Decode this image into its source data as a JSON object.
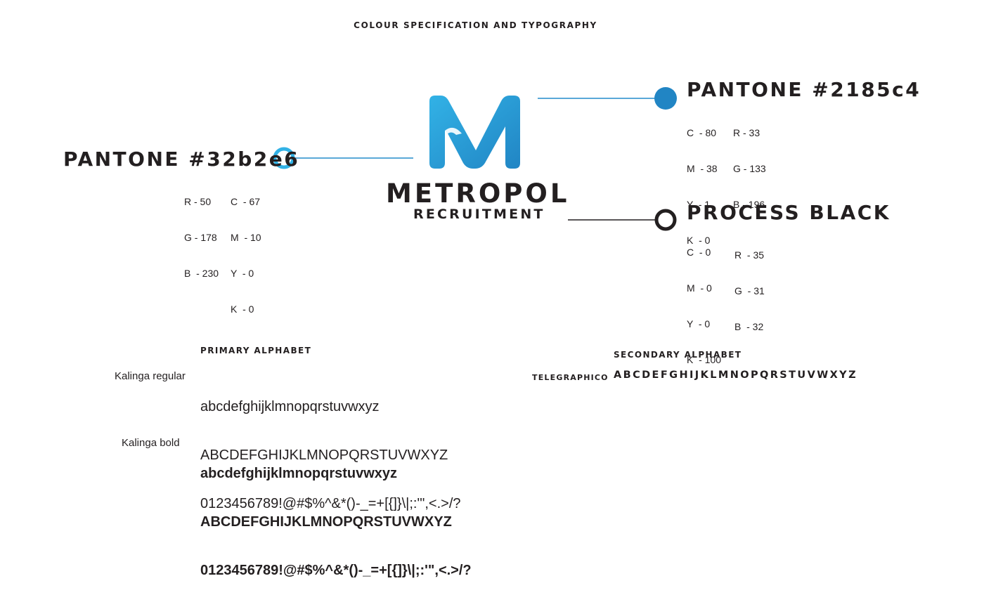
{
  "header": {
    "title": "COLOUR SPECIFICATION AND TYPOGRAPHY"
  },
  "colors": {
    "pantone_2185c4": "#2185c4",
    "pantone_32b2e6": "#32b2e6",
    "process_black": "#231f20",
    "connector_blue": "#5aa8d8"
  },
  "logo": {
    "icon": "m-monogram-icon",
    "name": "METROPOL",
    "tagline": "RECRUITMENT"
  },
  "swatches": {
    "blue_dark": {
      "title": "PANTONE #2185c4",
      "col1": [
        "C  - 80",
        "M  - 38",
        "Y  - 1",
        "K  - 0"
      ],
      "col2": [
        "R - 33",
        "G - 133",
        "B - 196"
      ]
    },
    "blue_light": {
      "title": "PANTONE #32b2e6",
      "col1": [
        "R - 50",
        "G - 178",
        "B  - 230"
      ],
      "col2": [
        "C  - 67",
        "M  - 10",
        "Y  - 0",
        "K  - 0"
      ]
    },
    "black": {
      "title": "PROCESS BLACK",
      "col1": [
        "C  - 0",
        "M  - 0",
        "Y  - 0",
        "K  - 100"
      ],
      "col2": [
        "R  - 35",
        "G  - 31",
        "B  - 32"
      ]
    }
  },
  "typography": {
    "primary": {
      "heading": "PRIMARY ALPHABET",
      "regular": {
        "label": "Kalinga regular",
        "lines": [
          "abcdefghijklmnopqrstuvwxyz",
          "ABCDEFGHIJKLMNOPQRSTUVWXYZ",
          "0123456789!@#$%^&*()-_=+[{]}\\|;:'\",<.>/?"
        ]
      },
      "bold": {
        "label": "Kalinga bold",
        "lines": [
          "abcdefghijklmnopqrstuvwxyz",
          "ABCDEFGHIJKLMNOPQRSTUVWXYZ",
          "0123456789!@#$%^&*()-_=+[{]}\\|;:'\",<.>/?"
        ]
      }
    },
    "secondary": {
      "heading": "SECONDARY ALPHABET",
      "label": "TELEGRAPHICO",
      "sample": "ABCDEFGHIJKLMNOPQRSTUVWXYZ"
    }
  }
}
